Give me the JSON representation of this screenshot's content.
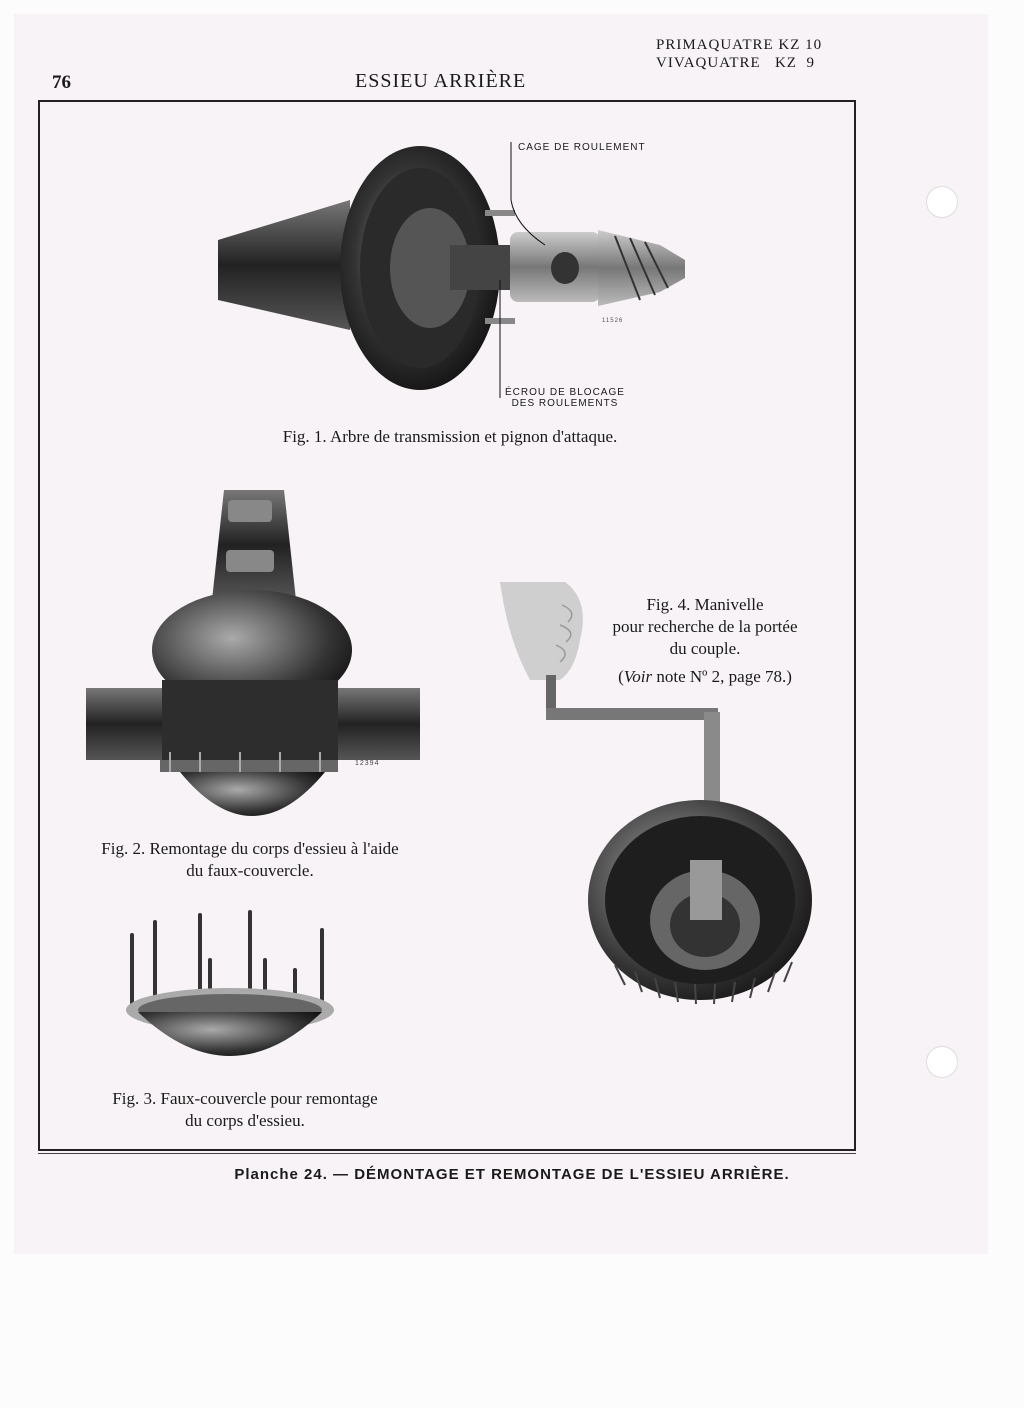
{
  "header": {
    "page_number": "76",
    "section_title": "ESSIEU ARRIÈRE",
    "models": [
      "PRIMAQUATRE KZ 10",
      "VIVAQUATRE   KZ  9"
    ]
  },
  "fig1": {
    "caption": "Fig. 1. Arbre de transmission et pignon d'attaque.",
    "label_top": "CAGE DE ROULEMENT",
    "label_bottom": [
      "ÉCROU DE BLOCAGE",
      "DES ROULEMENTS"
    ],
    "photo_number": "11526"
  },
  "fig2": {
    "caption": [
      "Fig. 2. Remontage du corps d'essieu à l'aide",
      "du faux-couvercle."
    ],
    "photo_number": "12394"
  },
  "fig3": {
    "caption": [
      "Fig. 3. Faux-couvercle pour remontage",
      "du corps d'essieu."
    ]
  },
  "fig4": {
    "caption": [
      "Fig. 4. Manivelle",
      "pour recherche de la portée",
      "du couple."
    ],
    "note_italic": "Voir",
    "note_rest": "note Nº 2, page 78.)",
    "note_open": "("
  },
  "plate": {
    "number": "Planche 24. —",
    "title": "DÉMONTAGE ET REMONTAGE DE L'ESSIEU ARRIÈRE."
  }
}
